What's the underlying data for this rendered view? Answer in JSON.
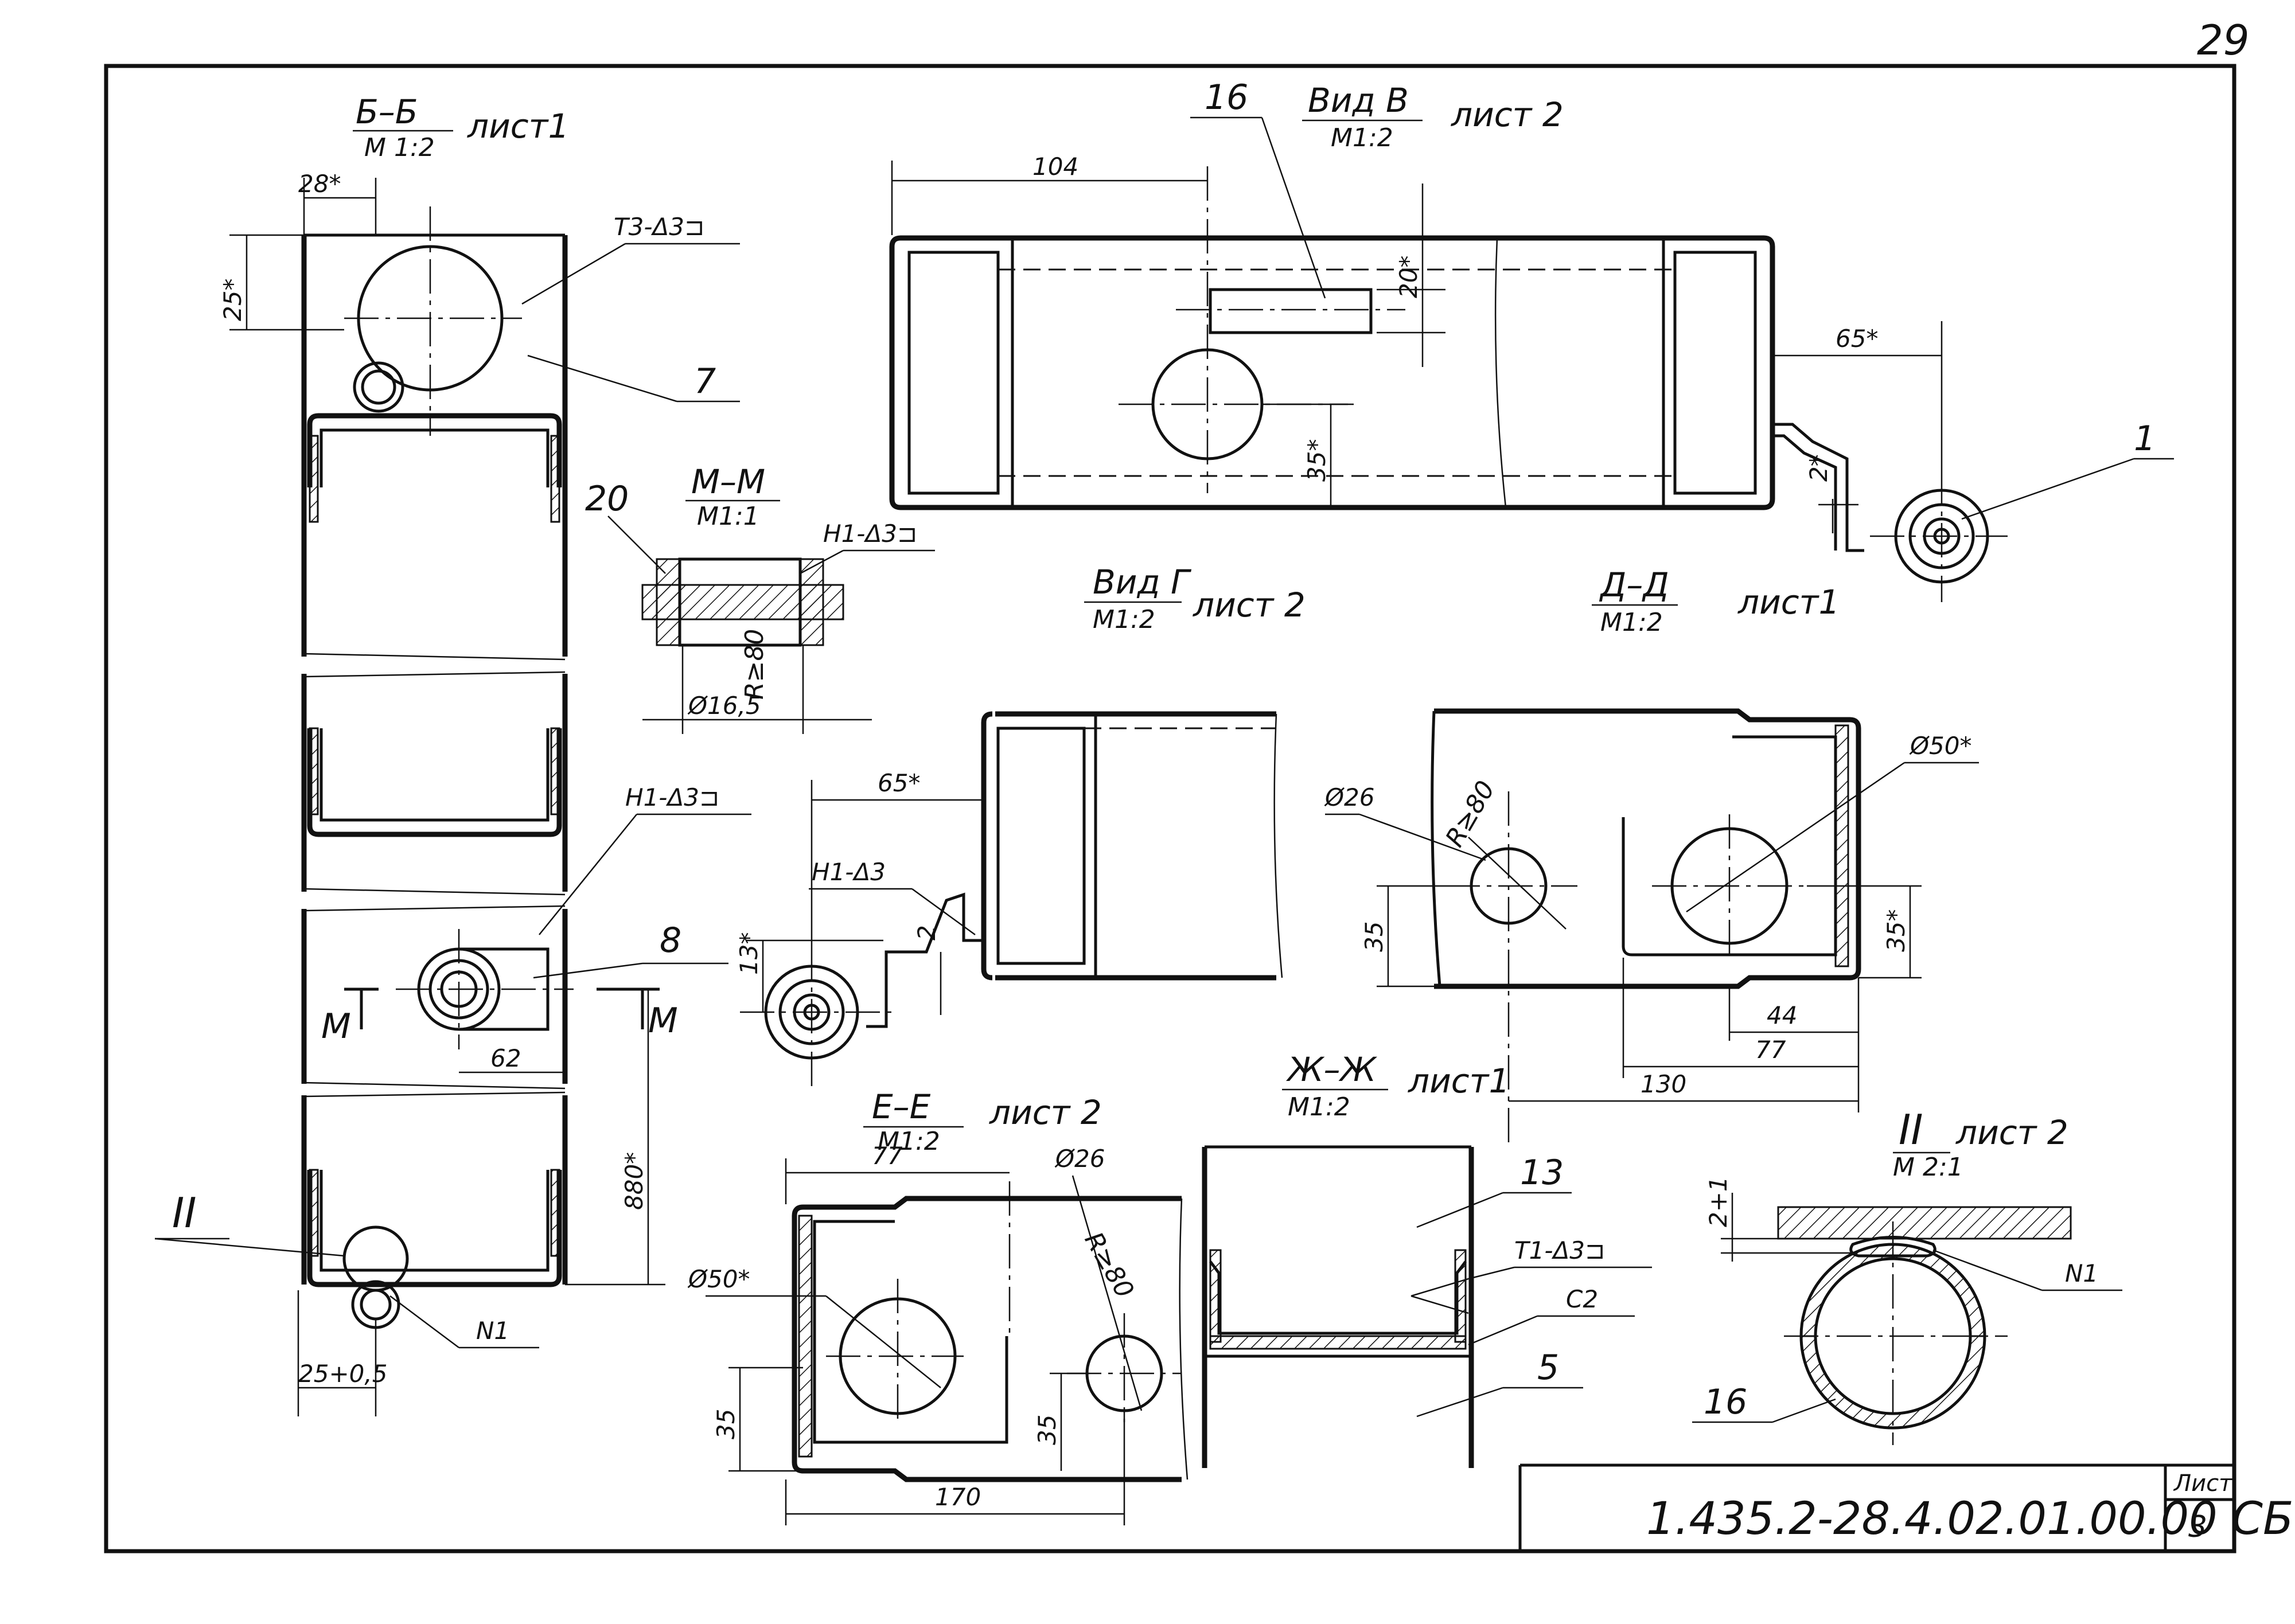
{
  "sheet": {
    "page_number": "29",
    "designation": "1.435.2-28.4.02.01.00.00 СБ",
    "sheet_label": "Лист",
    "sheet_number": "3"
  },
  "views": {
    "bb": {
      "title": "Б–Б",
      "scale": "М 1:2",
      "ref": "лист1"
    },
    "vid_v": {
      "title": "Вид В",
      "scale": "М1:2",
      "ref": "лист 2"
    },
    "mm": {
      "title": "М–М",
      "scale": "М1:1"
    },
    "vid_g": {
      "title": "Вид Г",
      "scale": "М1:2",
      "ref": "лист 2"
    },
    "dd": {
      "title": "Д–Д",
      "scale": "М1:2",
      "ref": "лист1"
    },
    "zhzh": {
      "title": "Ж–Ж",
      "scale": "М1:2",
      "ref": "лист1"
    },
    "ee": {
      "title": "Е–Е",
      "scale": "М1:2",
      "ref": "лист 2"
    },
    "det2": {
      "title": "II",
      "scale": "М 2:1",
      "ref": "лист 2"
    }
  },
  "dimensions": {
    "bb_28": "28*",
    "bb_25": "25*",
    "bb_62": "62",
    "bb_880": "880*",
    "bb_25_05": "25+0,5",
    "v_104": "104",
    "v_20": "20*",
    "v_35": "35*",
    "v_65": "65*",
    "v_2": "2*",
    "mm_r80": "R≥80",
    "mm_d165": "Ø16,5",
    "g_65": "65*",
    "g_13": "13*",
    "g_2": "2",
    "d_d26": "Ø26",
    "d_r80": "R≥80",
    "d_d50": "Ø50*",
    "d_35": "35",
    "d_35s": "35*",
    "d_44": "44",
    "d_77": "77",
    "d_130": "130",
    "e_77": "77",
    "e_d26": "Ø26",
    "e_r80": "R≥80",
    "e_d50": "Ø50*",
    "e_35a": "35",
    "e_35b": "35",
    "e_170": "170",
    "det_2": "2+1"
  },
  "labels": {
    "weld_t3": "Т3-Δ3⊐",
    "weld_h1a": "Н1-Δ3⊐",
    "weld_h1b": "Н1-Δ3⊐",
    "weld_h1c": "Н1-Δ3",
    "weld_t1": "Т1-Δ3⊐",
    "weld_c2": "С2",
    "n1a": "N1",
    "n1b": "N1",
    "pos_1": "1",
    "pos_5": "5",
    "pos_7": "7",
    "pos_8": "8",
    "pos_13": "13",
    "pos_16a": "16",
    "pos_16b": "16",
    "pos_20": "20",
    "roman_2": "II",
    "cut_m_left": "М",
    "cut_m_right": "М"
  }
}
